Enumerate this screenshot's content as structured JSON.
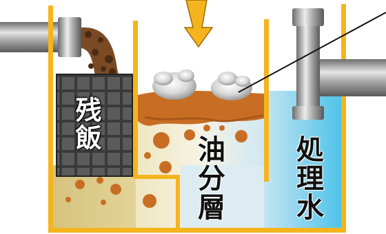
{
  "labels": {
    "residue": "残飯",
    "oil_layer": "油分層",
    "treated_water": "処理水"
  },
  "colors": {
    "tank_wall": "#f5b41e",
    "water": "#9ed8ef",
    "sediment": "#d9c98a",
    "grease": "#c86e24",
    "basket": "#3a3a3a",
    "pipe": "#9a9a9a",
    "arrow": "#f5b41e"
  },
  "icons": {
    "inflow_arrow": "down-arrow-icon",
    "leader_line": "callout-line"
  }
}
